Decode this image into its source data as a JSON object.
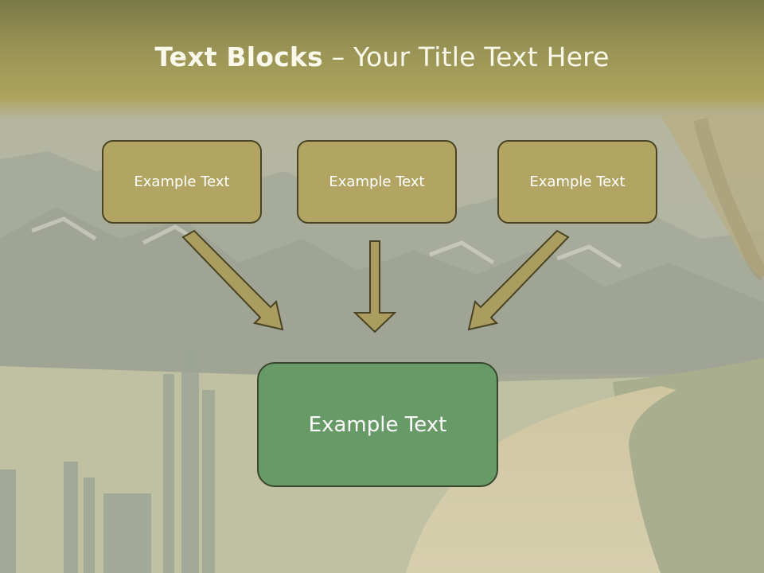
{
  "slide": {
    "title_bold": "Text Blocks",
    "title_dash": " – ",
    "title_rest": "Your Title Text Here"
  },
  "blocks": {
    "top": [
      "Example Text",
      "Example Text",
      "Example Text"
    ],
    "result": "Example Text"
  },
  "colors": {
    "title_band": "#9c9556",
    "block_fill": "#b2a564",
    "block_border": "#4a4424",
    "result_fill": "#679a67",
    "arrow_fill": "#aa9d5f"
  }
}
